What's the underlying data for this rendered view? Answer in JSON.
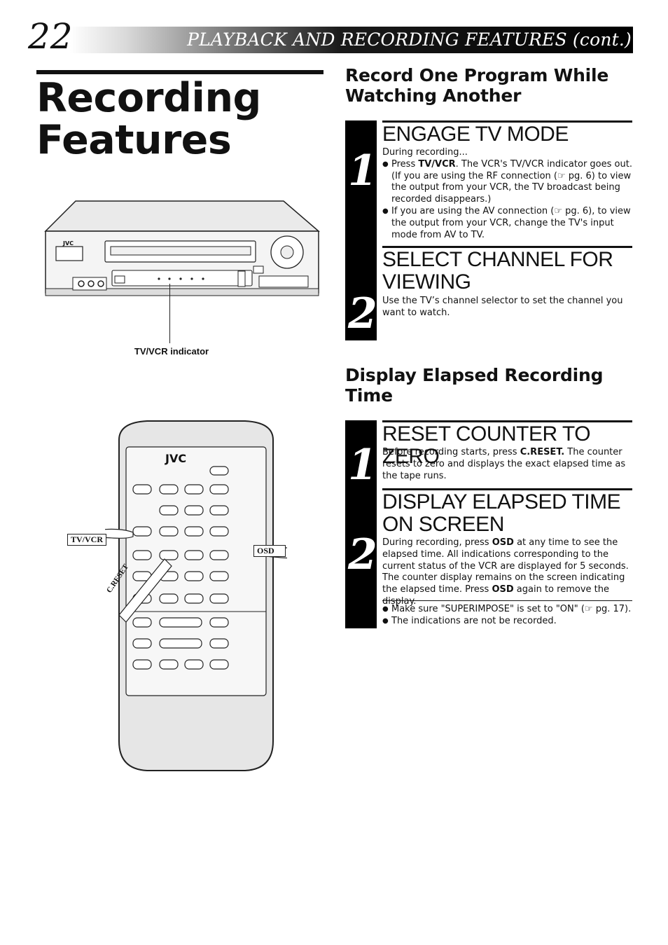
{
  "header": {
    "page_number": "22",
    "title": "PLAYBACK AND RECORDING FEATURES (cont.)"
  },
  "main_title": "Recording Features",
  "figures": {
    "vcr_callout": "TV/VCR indicator",
    "vcr_logo": "JVC",
    "remote_logo": "JVC",
    "remote_callout_tvvcr": "TV/VCR",
    "remote_callout_osd": "OSD",
    "remote_callout_creset": "C.RESET"
  },
  "section1": {
    "heading": "Record One Program While Watching Another",
    "steps": [
      {
        "number": "1",
        "title": "ENGAGE TV MODE",
        "intro": "During recording...",
        "bullet1_pre": "Press ",
        "bullet1_key": "TV/VCR",
        "bullet1_post": ". The VCR's TV/VCR indicator goes out. (If you are using the RF connection (☞ pg. 6) to view the output from your VCR, the TV broadcast being recorded disappears.)",
        "bullet2": "If you are using the AV connection (☞ pg. 6), to view the output from your VCR, change the TV's input mode from AV to TV."
      },
      {
        "number": "2",
        "title": "SELECT CHANNEL FOR VIEWING",
        "body": "Use the TV’s channel selector to set the channel you want to watch."
      }
    ]
  },
  "section2": {
    "heading": "Display Elapsed Recording Time",
    "steps": [
      {
        "number": "1",
        "title": "RESET COUNTER TO ZERO",
        "body_pre": "Before recording starts, press ",
        "body_key": "C.RESET.",
        "body_post": " The counter resets to zero and displays the exact elapsed time as the tape runs."
      },
      {
        "number": "2",
        "title": "DISPLAY ELAPSED TIME ON SCREEN",
        "body_pre": "During recording, press ",
        "body_key1": "OSD",
        "body_mid": " at any time to see the elapsed time. All indications corresponding to the current status of the VCR are displayed for 5 seconds. The counter display remains on the screen indicating the elapsed time. Press ",
        "body_key2": "OSD",
        "body_post": " again to remove the display.",
        "note1": "Make sure \"SUPERIMPOSE\" is set to \"ON\" (☞ pg. 17).",
        "note2": "The indications are not be recorded."
      }
    ]
  }
}
